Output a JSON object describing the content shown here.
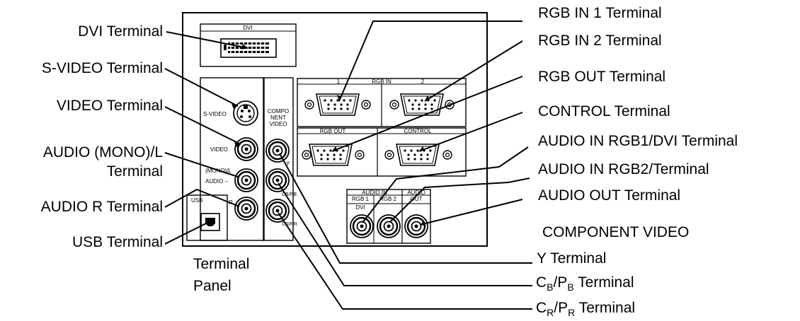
{
  "labels_left": {
    "dvi": "DVI Terminal",
    "svideo": "S-VIDEO Terminal",
    "video": "VIDEO Terminal",
    "audio_mono_l_1": "AUDIO (MONO)/L",
    "audio_mono_l_2": "Terminal",
    "audio_r": "AUDIO R Terminal",
    "usb": "USB Terminal"
  },
  "labels_right": {
    "rgb_in_1": "RGB IN 1 Terminal",
    "rgb_in_2": "RGB IN 2 Terminal",
    "rgb_out": "RGB OUT Terminal",
    "control": "CONTROL Terminal",
    "audio_in_rgb1_dvi": "AUDIO IN RGB1/DVI Terminal",
    "audio_in_rgb2": "AUDIO IN RGB2/Terminal",
    "audio_out": "AUDIO OUT Terminal",
    "component_video": "COMPONENT VIDEO",
    "y": "Y Terminal",
    "cb_pb": {
      "c": "C",
      "c_sub": "B",
      "slash_p": "/P",
      "p_sub": "B",
      "suffix": " Terminal"
    },
    "cr_pr": {
      "c": "C",
      "c_sub": "R",
      "slash_p": "/P",
      "p_sub": "R",
      "suffix": " Terminal"
    }
  },
  "panel_caption": {
    "line1": "Terminal",
    "line2": "Panel"
  },
  "panel_text": {
    "dvi": "DVI",
    "rgb_in_1": "1",
    "rgb_in": "RGB   IN",
    "rgb_in_2": "2",
    "rgb_out": "RGB  OUT",
    "control": "CONTROL",
    "svideo": "S-VIDEO",
    "compo_1": "COMPO",
    "compo_2": "NENT",
    "compo_3": "VIDEO",
    "video": "VIDEO",
    "mono_l": "(MONO)/L",
    "audio_dash": "AUDIO –",
    "r": "R",
    "usb": "USB",
    "y": "Y",
    "cb_pb": "CB/PB",
    "cr_pr": "CR/PR",
    "audio_in": "AUDIO   IN",
    "audio_out_1": "AUDIO",
    "audio_out_2": "OUT",
    "rgb1": "RGB  1",
    "dvi_small": "DVI",
    "rgb2": "RGB  2"
  }
}
